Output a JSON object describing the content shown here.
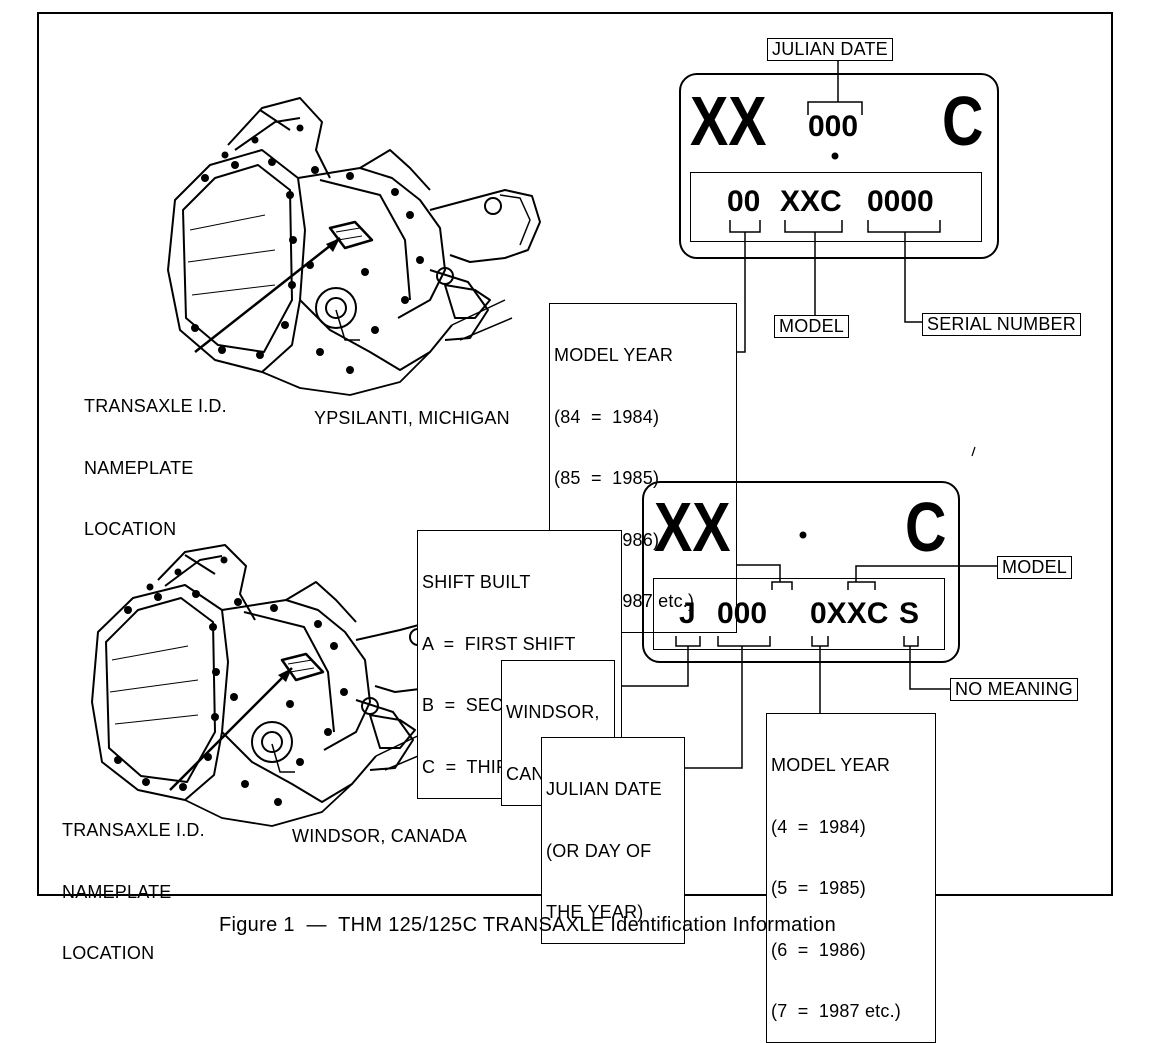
{
  "top": {
    "plate": {
      "prefix": "XX",
      "suffix": "C",
      "julian": "000",
      "year": "00",
      "model": "XXC",
      "serial": "0000"
    },
    "julian_label": "JULIAN DATE",
    "model_year_label": [
      "MODEL YEAR",
      "(84  =  1984)",
      "(85  =  1985)",
      "(86  =  1986)",
      "(87  =  1987 etc.)"
    ],
    "model_label": "MODEL",
    "serial_label": "SERIAL NUMBER",
    "nameplate_label": [
      "TRANSAXLE I.D.",
      "NAMEPLATE",
      "LOCATION"
    ],
    "location": "YPSILANTI, MICHIGAN"
  },
  "bottom": {
    "plate": {
      "prefix": "XX",
      "suffix": "C",
      "plant": "J",
      "julian": "000",
      "model": "0XXC",
      "s": "S"
    },
    "shift_label": [
      "SHIFT BUILT",
      "A  =  FIRST SHIFT",
      "B  =  SECOND SHIFT",
      "C  =  THIRD SHIFT"
    ],
    "model_label": "MODEL",
    "windsor_label": [
      "WINDSOR,",
      "CANADA"
    ],
    "no_meaning_label": "NO MEANING",
    "julian_label": [
      "JULIAN DATE",
      "(OR DAY OF",
      "THE YEAR)"
    ],
    "model_year_label": [
      "MODEL YEAR",
      "(4  =  1984)",
      "(5  =  1985)",
      "(6  =  1986)",
      "(7  =  1987 etc.)"
    ],
    "nameplate_label": [
      "TRANSAXLE I.D.",
      "NAMEPLATE",
      "LOCATION"
    ],
    "location": "WINDSOR, CANADA"
  },
  "caption": "Figure 1  —  THM 125/125C TRANSAXLE Identification Information",
  "icons": [
    "transaxle-illustration-ypsilanti",
    "transaxle-illustration-windsor"
  ]
}
